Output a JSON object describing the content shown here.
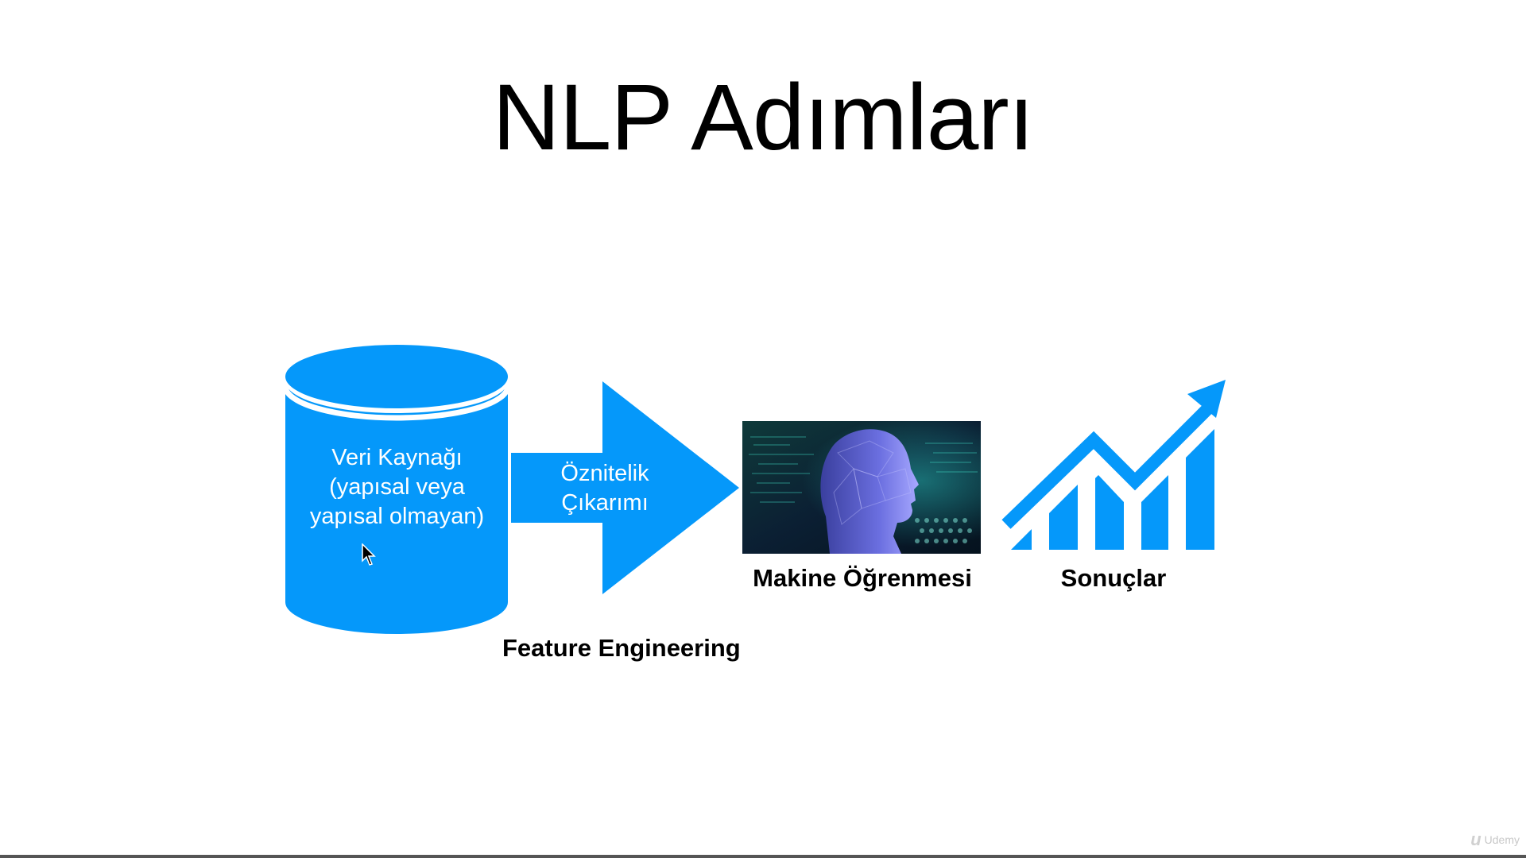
{
  "title": "NLP Adımları",
  "data_source": {
    "lines": [
      "Veri Kaynağı",
      "(yapısal veya",
      "yapısal olmayan)"
    ]
  },
  "feature_extraction": {
    "lines": [
      "Öznitelik",
      "Çıkarımı"
    ],
    "caption": "Feature Engineering"
  },
  "machine_learning": {
    "label": "Makine Öğrenmesi"
  },
  "results": {
    "label": "Sonuçlar"
  },
  "watermark": {
    "logo": "u",
    "text": "Udemy"
  },
  "colors": {
    "accent": "#0598FA",
    "text": "#000000"
  },
  "icons": [
    "database-cylinder-icon",
    "arrow-right-icon",
    "ai-head-image",
    "growth-chart-icon",
    "mouse-cursor-icon"
  ]
}
